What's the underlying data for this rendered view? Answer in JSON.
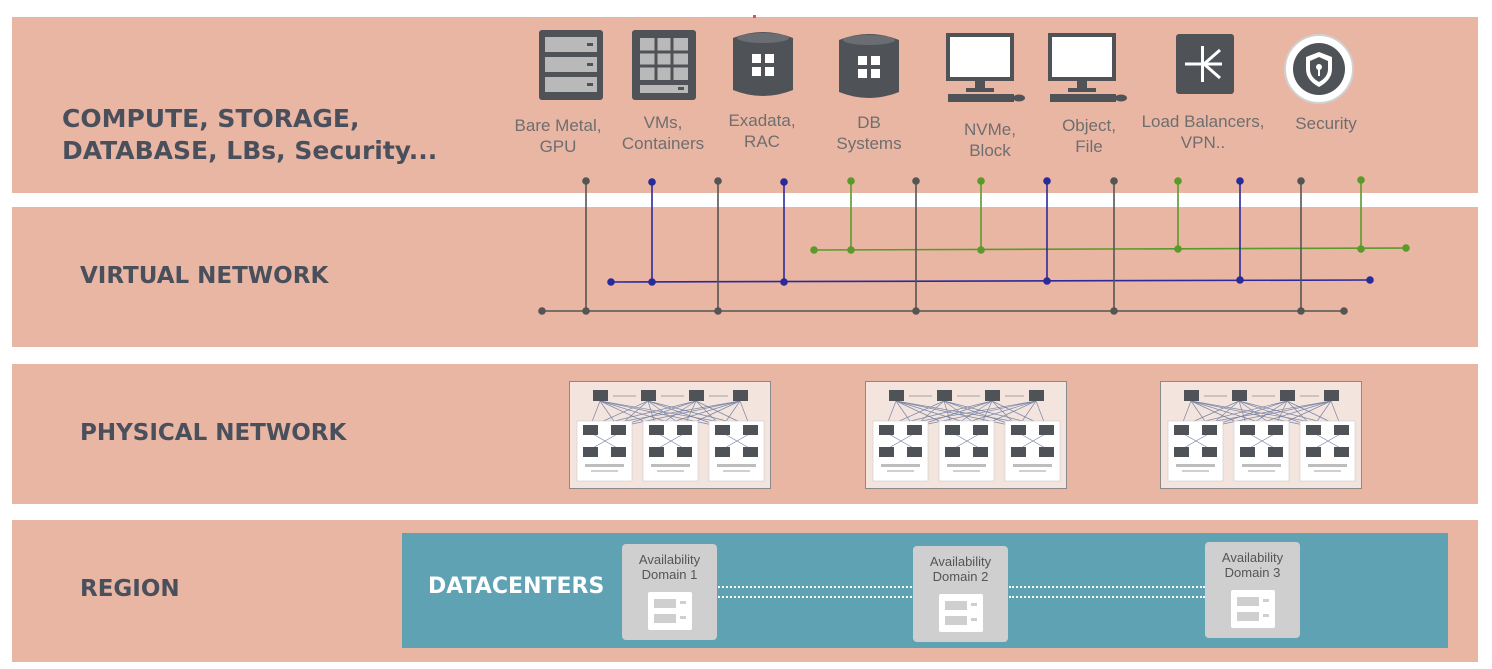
{
  "layers": {
    "compute_label_line1": "COMPUTE, STORAGE,",
    "compute_label_line2": "DATABASE, LBs, Security...",
    "virtual_network_label": "VIRTUAL NETWORK",
    "physical_network_label": "PHYSICAL NETWORK",
    "region_label": "REGION"
  },
  "services": [
    {
      "caption": "Bare Metal,\nGPU",
      "icon": "server-rack-icon"
    },
    {
      "caption": "VMs,\nContainers",
      "icon": "vm-grid-icon"
    },
    {
      "caption": "Exadata,\nRAC",
      "icon": "database-cylinder-icon"
    },
    {
      "caption": "DB\nSystems",
      "icon": "database-cylinder-icon"
    },
    {
      "caption": "NVMe,\nBlock",
      "icon": "computer-monitor-icon"
    },
    {
      "caption": "Object,\nFile",
      "icon": "computer-monitor-icon"
    },
    {
      "caption": "Load Balancers,\nVPN..",
      "icon": "load-balancer-icon"
    },
    {
      "caption": "Security",
      "icon": "security-shield-icon"
    }
  ],
  "region": {
    "datacenters_label": "DATACENTERS",
    "availability_domains": [
      {
        "line1": "Availability",
        "line2": "Domain 1"
      },
      {
        "line1": "Availability",
        "line2": "Domain 2"
      },
      {
        "line1": "Availability",
        "line2": "Domain 3"
      }
    ]
  },
  "colors": {
    "band": "#eab6a4",
    "datacenter_strip": "#5ea2b3",
    "green_net": "#5a9a2a",
    "blue_net": "#2a2a9a",
    "gray_net": "#555555"
  }
}
